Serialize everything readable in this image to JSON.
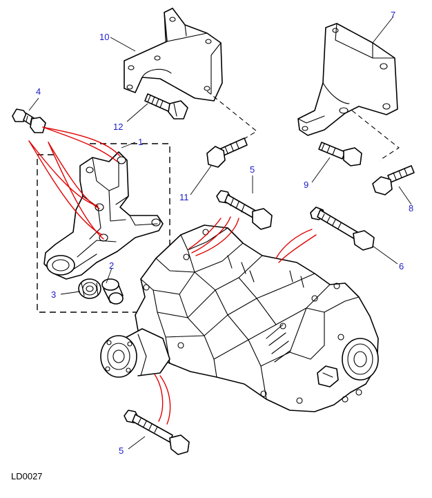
{
  "diagram": {
    "reference": "LD0027",
    "callouts": {
      "c1": "1",
      "c2": "2",
      "c3": "3",
      "c4": "4",
      "c5_top": "5",
      "c5_bottom": "5",
      "c6": "6",
      "c7": "7",
      "c8": "8",
      "c9": "9",
      "c10": "10",
      "c11": "11",
      "c12": "12"
    },
    "colors": {
      "callout": "#1b1bc8",
      "highlight": "#e00000",
      "line": "#000000"
    }
  }
}
